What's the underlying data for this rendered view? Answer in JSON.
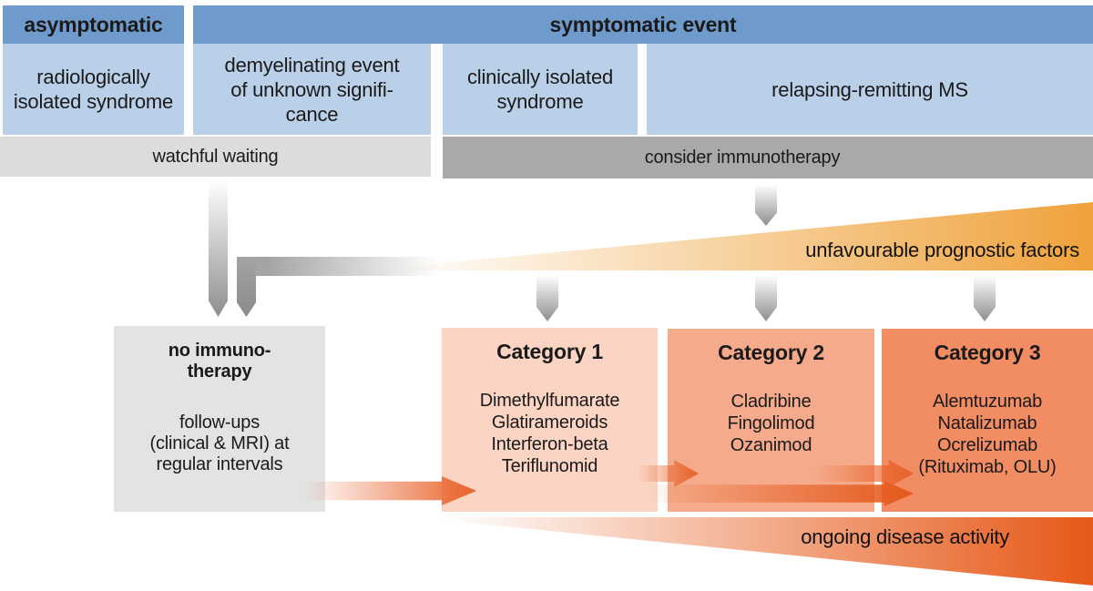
{
  "colors": {
    "dark_blue": "#6f9acc",
    "light_blue": "#bad0e8",
    "gray_light_bar": "#dcdcdd",
    "gray_dark_bar": "#a9a9aa",
    "box_gray": "#e3e3e4",
    "cat1": "#fbd4c3",
    "cat2": "#f5ab8b",
    "cat3": "#f28c63",
    "amber": "#efa23b",
    "orange_deep": "#e65817",
    "arrow_orange": "#e8622a",
    "arrow_gray": "#8d8d8d",
    "ink": "#1a1a1a"
  },
  "header": {
    "asymptomatic": "asymptomatic",
    "symptomatic": "symptomatic event"
  },
  "stages": [
    {
      "lines": [
        "radiologically",
        "isolated syndrome"
      ]
    },
    {
      "lines": [
        "demyelinating event",
        "of unknown signifi-",
        "cance"
      ]
    },
    {
      "lines": [
        "clinically isolated",
        "syndrome"
      ]
    },
    {
      "lines": [
        "relapsing-remitting MS"
      ]
    }
  ],
  "bars": {
    "watchful": "watchful waiting",
    "consider": "consider immunotherapy"
  },
  "gradients": {
    "prognostic_label": "unfavourable prognostic factors",
    "activity_label": "ongoing disease activity"
  },
  "no_therapy": {
    "title_lines": [
      "no immuno-",
      "therapy"
    ],
    "body_lines": [
      "follow-ups",
      "(clinical & MRI) at",
      "regular intervals"
    ]
  },
  "categories": [
    {
      "title": "Category 1",
      "drugs": [
        "Dimethylfumarate",
        "Glatirameroids",
        "Interferon-beta",
        "Teriflunomid"
      ]
    },
    {
      "title": "Category 2",
      "drugs": [
        "Cladribine",
        "Fingolimod",
        "Ozanimod"
      ]
    },
    {
      "title": "Category 3",
      "drugs": [
        "Alemtuzumab",
        "Natalizumab",
        "Ocrelizumab",
        "(Rituximab, OLU)"
      ]
    }
  ]
}
